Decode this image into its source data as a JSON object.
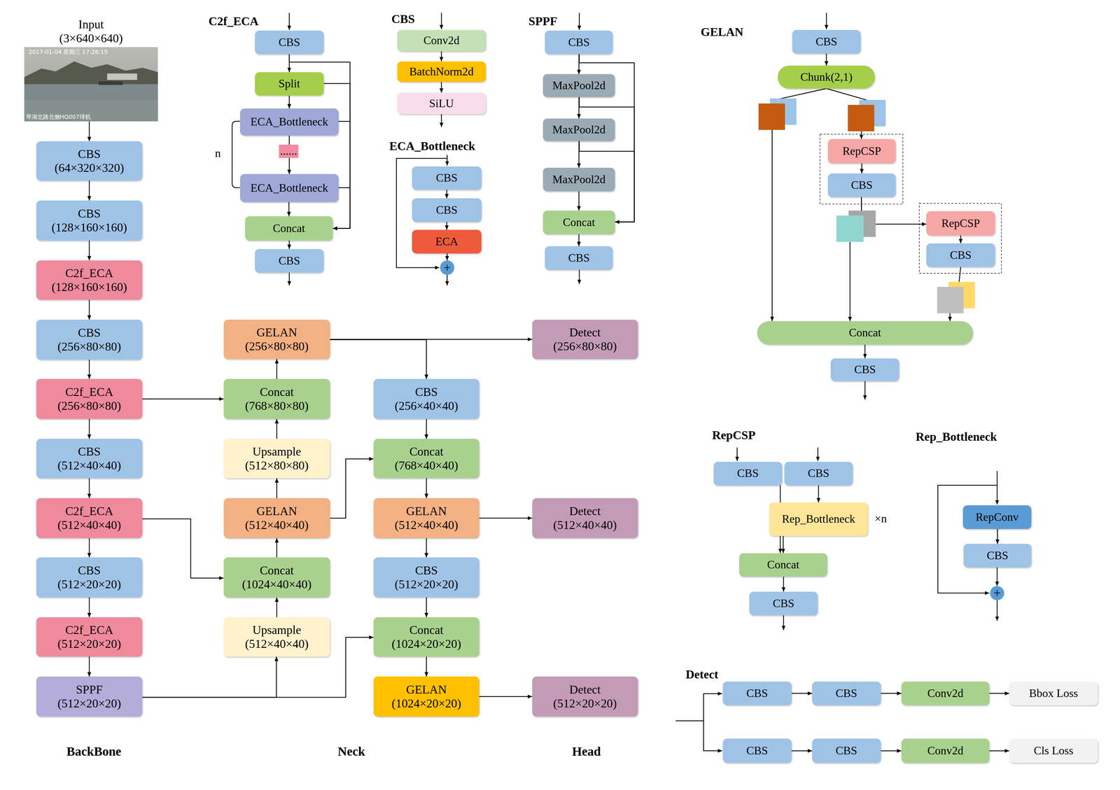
{
  "diagram": {
    "nodes": [
      {
        "text": [
          "Input (3×640×640)"
        ]
      },
      {
        "text": [
          "BackBone"
        ]
      },
      {
        "text": [
          "CBS (64×320×320)"
        ],
        "in": 1
      },
      {
        "text": [
          "CBS (128×160×160)"
        ],
        "in": 1
      },
      {
        "text": [
          "C2f_ECA (128×160×160)"
        ],
        "in": 1
      },
      {
        "text": [
          "CBS (256×80×80)"
        ],
        "in": 1
      },
      {
        "text": [
          "C2f_ECA (256×80×80)"
        ],
        "in": 1
      },
      {
        "text": [
          "CBS (512×40×40)"
        ],
        "in": 1
      },
      {
        "text": [
          "C2f_ECA (512×40×40)"
        ],
        "in": 1
      },
      {
        "text": [
          "CBS (512×20×20)"
        ],
        "in": 1
      },
      {
        "text": [
          "C2f_ECA (512×20×20)"
        ],
        "in": 1
      },
      {
        "text": [
          "SPPF (512×20×20)"
        ],
        "in": 1
      },
      {
        "text": [
          "C2f_ECA"
        ]
      },
      {
        "text": [
          "CBS"
        ],
        "in": 12
      },
      {
        "text": [
          "Split"
        ],
        "in": 12
      },
      {
        "text": [
          "ECA_Bottleneck"
        ],
        "in": 12
      },
      {
        "text": [
          "ECA_Bottleneck"
        ],
        "in": 12
      },
      {
        "text": [
          "Concat"
        ],
        "in": 12
      },
      {
        "text": [
          "CBS"
        ],
        "in": 12
      },
      {
        "text": [
          "CBS"
        ]
      },
      {
        "text": [
          "Conv2d"
        ],
        "in": 19
      },
      {
        "text": [
          "BatchNorm2d"
        ],
        "in": 19
      },
      {
        "text": [
          "SiLU"
        ],
        "in": 19
      },
      {
        "text": [
          "ECA_Bottleneck"
        ]
      },
      {
        "text": [
          "CBS"
        ],
        "in": 23
      },
      {
        "text": [
          "CBS"
        ],
        "in": 23
      },
      {
        "text": [
          "ECA"
        ],
        "in": 23
      },
      {
        "text": [
          "+"
        ],
        "in": 23
      },
      {
        "text": [
          "SPPF"
        ]
      },
      {
        "text": [
          "CBS"
        ],
        "in": 28
      },
      {
        "text": [
          "MaxPool2d"
        ],
        "in": 28
      },
      {
        "text": [
          "MaxPool2d"
        ],
        "in": 28
      },
      {
        "text": [
          "MaxPool2d"
        ],
        "in": 28
      },
      {
        "text": [
          "Concat"
        ],
        "in": 28
      },
      {
        "text": [
          "CBS"
        ],
        "in": 28
      },
      {
        "text": [
          "GELAN"
        ]
      },
      {
        "text": [
          "CBS"
        ],
        "in": 35
      },
      {
        "text": [
          "Chunk(2,1)"
        ],
        "in": 35
      },
      {
        "text": [
          "RepCSP"
        ],
        "in": 35
      },
      {
        "text": [
          "CBS"
        ],
        "in": 35
      },
      {
        "text": [
          "RepCSP"
        ],
        "in": 35
      },
      {
        "text": [
          "CBS"
        ],
        "in": 35
      },
      {
        "text": [
          "Concat"
        ],
        "in": 35
      },
      {
        "text": [
          "CBS"
        ],
        "in": 35
      },
      {
        "text": [
          "Neck"
        ]
      },
      {
        "text": [
          "GELAN (256×80×80)"
        ],
        "in": 44
      },
      {
        "text": [
          "Concat (768×80×80)"
        ],
        "in": 44
      },
      {
        "text": [
          "Upsample (512×80×80)"
        ],
        "in": 44
      },
      {
        "text": [
          "GELAN (512×40×40)"
        ],
        "in": 44
      },
      {
        "text": [
          "Concat (1024×40×40)"
        ],
        "in": 44
      },
      {
        "text": [
          "Upsample (512×40×40)"
        ],
        "in": 44
      },
      {
        "text": [
          "CBS (256×40×40)"
        ],
        "in": 44
      },
      {
        "text": [
          "Concat (768×40×40)"
        ],
        "in": 44
      },
      {
        "text": [
          "GELAN (512×40×40)"
        ],
        "in": 44
      },
      {
        "text": [
          "CBS (512×20×20)"
        ],
        "in": 44
      },
      {
        "text": [
          "Concat (1024×20×20)"
        ],
        "in": 44
      },
      {
        "text": [
          "GELAN (1024×20×20)"
        ],
        "in": 44
      },
      {
        "text": [
          "Head"
        ]
      },
      {
        "text": [
          "Detect (256×80×80)"
        ],
        "in": 57
      },
      {
        "text": [
          "Detect (512×40×40)"
        ],
        "in": 57
      },
      {
        "text": [
          "Detect (512×20×20)"
        ],
        "in": 57
      },
      {
        "text": [
          "RepCSP"
        ]
      },
      {
        "text": [
          "CBS"
        ],
        "in": 61
      },
      {
        "text": [
          "CBS"
        ],
        "in": 61
      },
      {
        "text": [
          "Rep_Bottleneck"
        ],
        "in": 61
      },
      {
        "text": [
          "Concat"
        ],
        "in": 61
      },
      {
        "text": [
          "CBS"
        ],
        "in": 61
      },
      {
        "text": [
          "Rep_Bottleneck"
        ]
      },
      {
        "text": [
          "RepConv"
        ],
        "in": 67
      },
      {
        "text": [
          "CBS"
        ],
        "in": 67
      },
      {
        "text": [
          "+"
        ],
        "in": 67
      },
      {
        "text": [
          "Detect"
        ]
      },
      {
        "text": [
          "CBS"
        ],
        "in": 71
      },
      {
        "text": [
          "CBS"
        ],
        "in": 71
      },
      {
        "text": [
          "Conv2d"
        ],
        "in": 71
      },
      {
        "text": [
          "Bbox Loss"
        ],
        "in": 71
      },
      {
        "text": [
          "CBS"
        ],
        "in": 71
      },
      {
        "text": [
          "CBS"
        ],
        "in": 71
      },
      {
        "text": [
          "Conv2d"
        ],
        "in": 71
      },
      {
        "text": [
          "Cls Loss"
        ],
        "in": 71
      }
    ],
    "edges": [
      {
        "from": 0,
        "to": 2,
        "arrow": "to"
      },
      {
        "from": 2,
        "to": 3,
        "arrow": "to"
      },
      {
        "from": 3,
        "to": 4,
        "arrow": "to"
      },
      {
        "from": 4,
        "to": 5,
        "arrow": "to"
      },
      {
        "from": 5,
        "to": 6,
        "arrow": "to"
      },
      {
        "from": 6,
        "to": 7,
        "arrow": "to"
      },
      {
        "from": 7,
        "to": 8,
        "arrow": "to"
      },
      {
        "from": 8,
        "to": 9,
        "arrow": "to"
      },
      {
        "from": 9,
        "to": 10,
        "arrow": "to"
      },
      {
        "from": 10,
        "to": 11,
        "arrow": "to"
      },
      {
        "from": 13,
        "to": 14,
        "arrow": "to"
      },
      {
        "from": 14,
        "to": 15,
        "arrow": "to"
      },
      {
        "from": 15,
        "to": 16,
        "arrow": "to"
      },
      {
        "from": 16,
        "to": 17,
        "arrow": "to"
      },
      {
        "from": 17,
        "to": 18,
        "arrow": "to"
      },
      {
        "from": 13,
        "to": 17,
        "arrow": "to"
      },
      {
        "from": 14,
        "to": 17,
        "arrow": "to"
      },
      {
        "from": 15,
        "to": 17,
        "arrow": "to"
      },
      {
        "from": 16,
        "to": 17,
        "arrow": "to"
      },
      {
        "from": 20,
        "to": 21,
        "arrow": "to"
      },
      {
        "from": 21,
        "to": 22,
        "arrow": "to"
      },
      {
        "from": 24,
        "to": 25,
        "arrow": "to"
      },
      {
        "from": 25,
        "to": 26,
        "arrow": "to"
      },
      {
        "from": 26,
        "to": 27,
        "arrow": "to"
      },
      {
        "from": 29,
        "to": 30,
        "arrow": "to"
      },
      {
        "from": 30,
        "to": 31,
        "arrow": "to"
      },
      {
        "from": 31,
        "to": 32,
        "arrow": "to"
      },
      {
        "from": 32,
        "to": 33,
        "arrow": "to"
      },
      {
        "from": 33,
        "to": 34,
        "arrow": "to"
      },
      {
        "from": 29,
        "to": 33,
        "arrow": "to"
      },
      {
        "from": 30,
        "to": 33,
        "arrow": "to"
      },
      {
        "from": 31,
        "to": 33,
        "arrow": "to"
      },
      {
        "from": 36,
        "to": 37,
        "arrow": "to"
      },
      {
        "from": 37,
        "to": 42,
        "arrow": "to"
      },
      {
        "from": 37,
        "to": 38,
        "arrow": "to"
      },
      {
        "from": 38,
        "to": 39,
        "arrow": "to"
      },
      {
        "from": 39,
        "to": 40,
        "arrow": "to"
      },
      {
        "from": 39,
        "to": 42,
        "arrow": "to"
      },
      {
        "from": 40,
        "to": 41,
        "arrow": "to"
      },
      {
        "from": 41,
        "to": 42,
        "arrow": "to"
      },
      {
        "from": 42,
        "to": 43,
        "arrow": "to"
      },
      {
        "from": 6,
        "to": 46,
        "arrow": "to"
      },
      {
        "from": 8,
        "to": 49,
        "arrow": "to"
      },
      {
        "from": 11,
        "to": 50,
        "arrow": "to"
      },
      {
        "from": 11,
        "to": 55,
        "arrow": "to"
      },
      {
        "from": 50,
        "to": 49,
        "arrow": "to"
      },
      {
        "from": 49,
        "to": 48,
        "arrow": "to"
      },
      {
        "from": 48,
        "to": 47,
        "arrow": "to"
      },
      {
        "from": 48,
        "to": 52,
        "arrow": "to"
      },
      {
        "from": 47,
        "to": 46,
        "arrow": "to"
      },
      {
        "from": 46,
        "to": 45,
        "arrow": "to"
      },
      {
        "from": 45,
        "to": 58,
        "arrow": "to"
      },
      {
        "from": 45,
        "to": 51,
        "arrow": "to"
      },
      {
        "from": 51,
        "to": 52,
        "arrow": "to"
      },
      {
        "from": 52,
        "to": 53,
        "arrow": "to"
      },
      {
        "from": 53,
        "to": 59,
        "arrow": "to"
      },
      {
        "from": 53,
        "to": 54,
        "arrow": "to"
      },
      {
        "from": 54,
        "to": 55,
        "arrow": "to"
      },
      {
        "from": 55,
        "to": 56,
        "arrow": "to"
      },
      {
        "from": 56,
        "to": 60,
        "arrow": "to"
      },
      {
        "from": 62,
        "to": 65,
        "arrow": "to"
      },
      {
        "from": 63,
        "to": 64,
        "arrow": "to"
      },
      {
        "from": 64,
        "to": 65,
        "arrow": "to"
      },
      {
        "from": 65,
        "to": 66,
        "arrow": "to"
      },
      {
        "from": 68,
        "to": 69,
        "arrow": "to"
      },
      {
        "from": 69,
        "to": 70,
        "arrow": "to"
      },
      {
        "from": 72,
        "to": 73,
        "arrow": "to"
      },
      {
        "from": 73,
        "to": 74,
        "arrow": "to"
      },
      {
        "from": 74,
        "to": 75,
        "arrow": "to"
      },
      {
        "from": 76,
        "to": 77,
        "arrow": "to"
      },
      {
        "from": 77,
        "to": 78,
        "arrow": "to"
      },
      {
        "from": 78,
        "to": 79,
        "arrow": "to"
      }
    ],
    "labels": [
      "n",
      "......",
      "×n",
      "2017-01-04 星期三 17:26:15",
      "琴湖北路北侧HQ007球机"
    ]
  }
}
